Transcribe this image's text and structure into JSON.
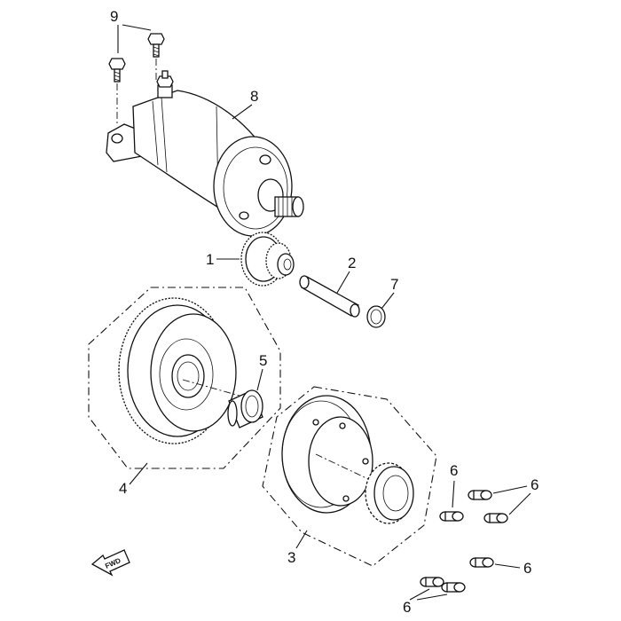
{
  "callouts": {
    "starter_gear": "1",
    "shaft": "2",
    "clutch_assembly": "3",
    "driven_gear": "4",
    "needle_bearing": "5",
    "bolt": "6",
    "washer": "7",
    "starter_motor": "8",
    "motor_bolt": "9"
  },
  "fwd_label": "FWD",
  "colors": {
    "line": "#111111",
    "background": "#ffffff"
  }
}
